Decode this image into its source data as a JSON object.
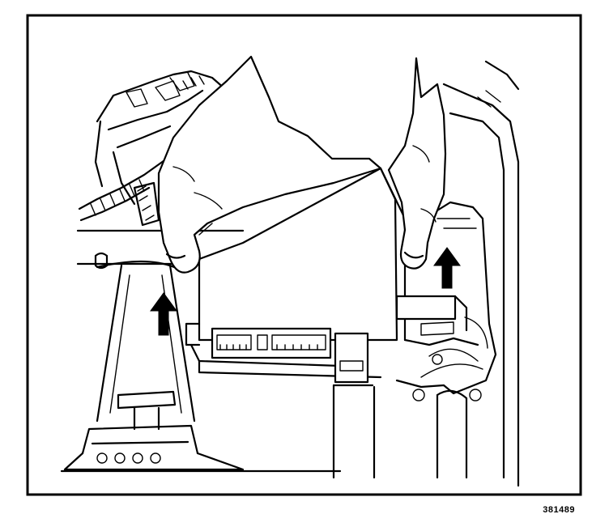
{
  "figure": {
    "number": "381489",
    "arrows": [
      {
        "name": "left-lift-arrow",
        "direction": "up"
      },
      {
        "name": "right-lift-arrow",
        "direction": "up"
      }
    ]
  }
}
